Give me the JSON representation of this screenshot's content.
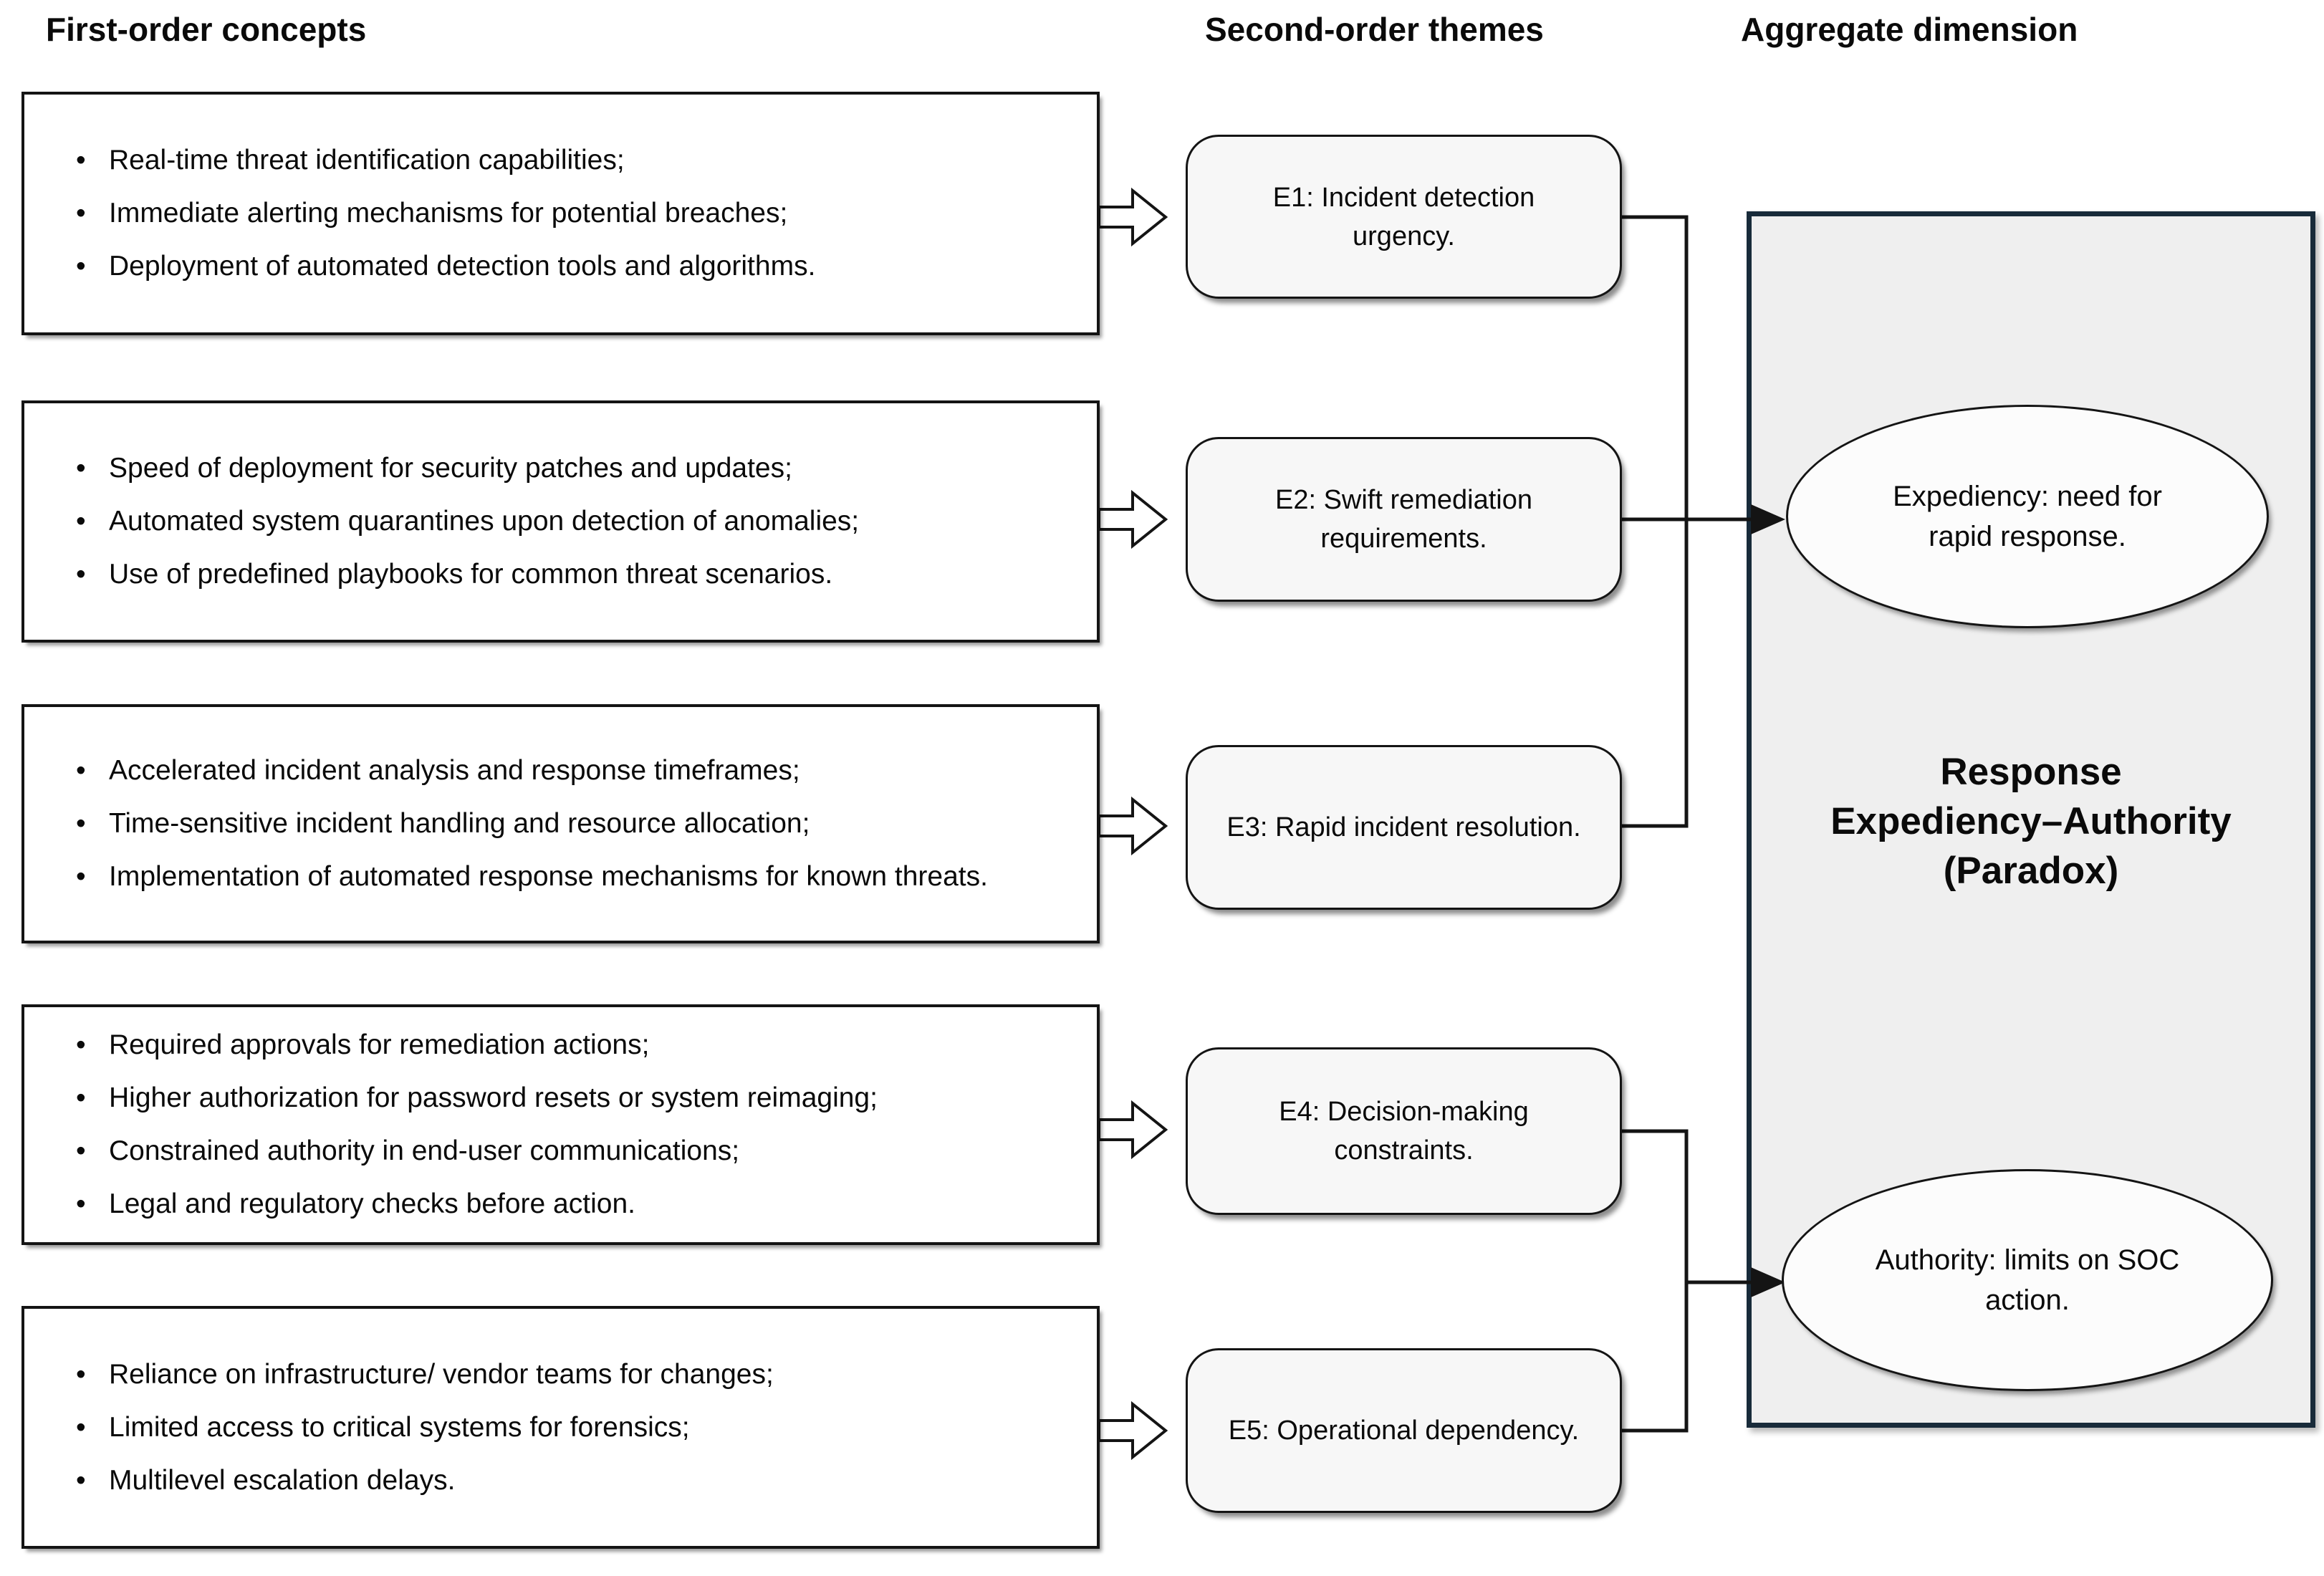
{
  "headers": {
    "first_order": "First-order concepts",
    "second_order": "Second-order themes",
    "aggregate": "Aggregate dimension"
  },
  "first_order_boxes": [
    {
      "bullets": [
        "Real-time threat identification capabilities;",
        "Immediate alerting mechanisms for potential breaches;",
        "Deployment of automated detection tools and algorithms."
      ]
    },
    {
      "bullets": [
        "Speed of deployment for security patches and updates;",
        "Automated system quarantines upon detection of anomalies;",
        "Use of predefined playbooks for common threat scenarios."
      ]
    },
    {
      "bullets": [
        "Accelerated incident analysis and response timeframes;",
        "Time-sensitive incident handling and resource allocation;",
        "Implementation of automated response mechanisms for known threats."
      ]
    },
    {
      "bullets": [
        "Required approvals for remediation actions;",
        "Higher authorization for password resets or system reimaging;",
        "Constrained authority in end-user communications;",
        "Legal and regulatory checks before action."
      ]
    },
    {
      "bullets": [
        "Reliance on infrastructure/ vendor teams for changes;",
        "Limited access to critical systems for forensics;",
        "Multilevel escalation delays."
      ]
    }
  ],
  "second_order_themes": [
    {
      "label": "E1: Incident detection\nurgency."
    },
    {
      "label": "E2: Swift remediation\nrequirements."
    },
    {
      "label": "E3: Rapid incident resolution."
    },
    {
      "label": "E4: Decision-making\nconstraints."
    },
    {
      "label": "E5: Operational dependency."
    }
  ],
  "aggregate": {
    "title": "Response\nExpediency–Authority\n(Paradox)",
    "ellipses": [
      {
        "label": "Expediency: need for rapid response."
      },
      {
        "label": "Authority: limits on SOC action."
      }
    ],
    "border_color": "#182b3a",
    "fill_color": "#efefef",
    "line_color": "#141414"
  }
}
